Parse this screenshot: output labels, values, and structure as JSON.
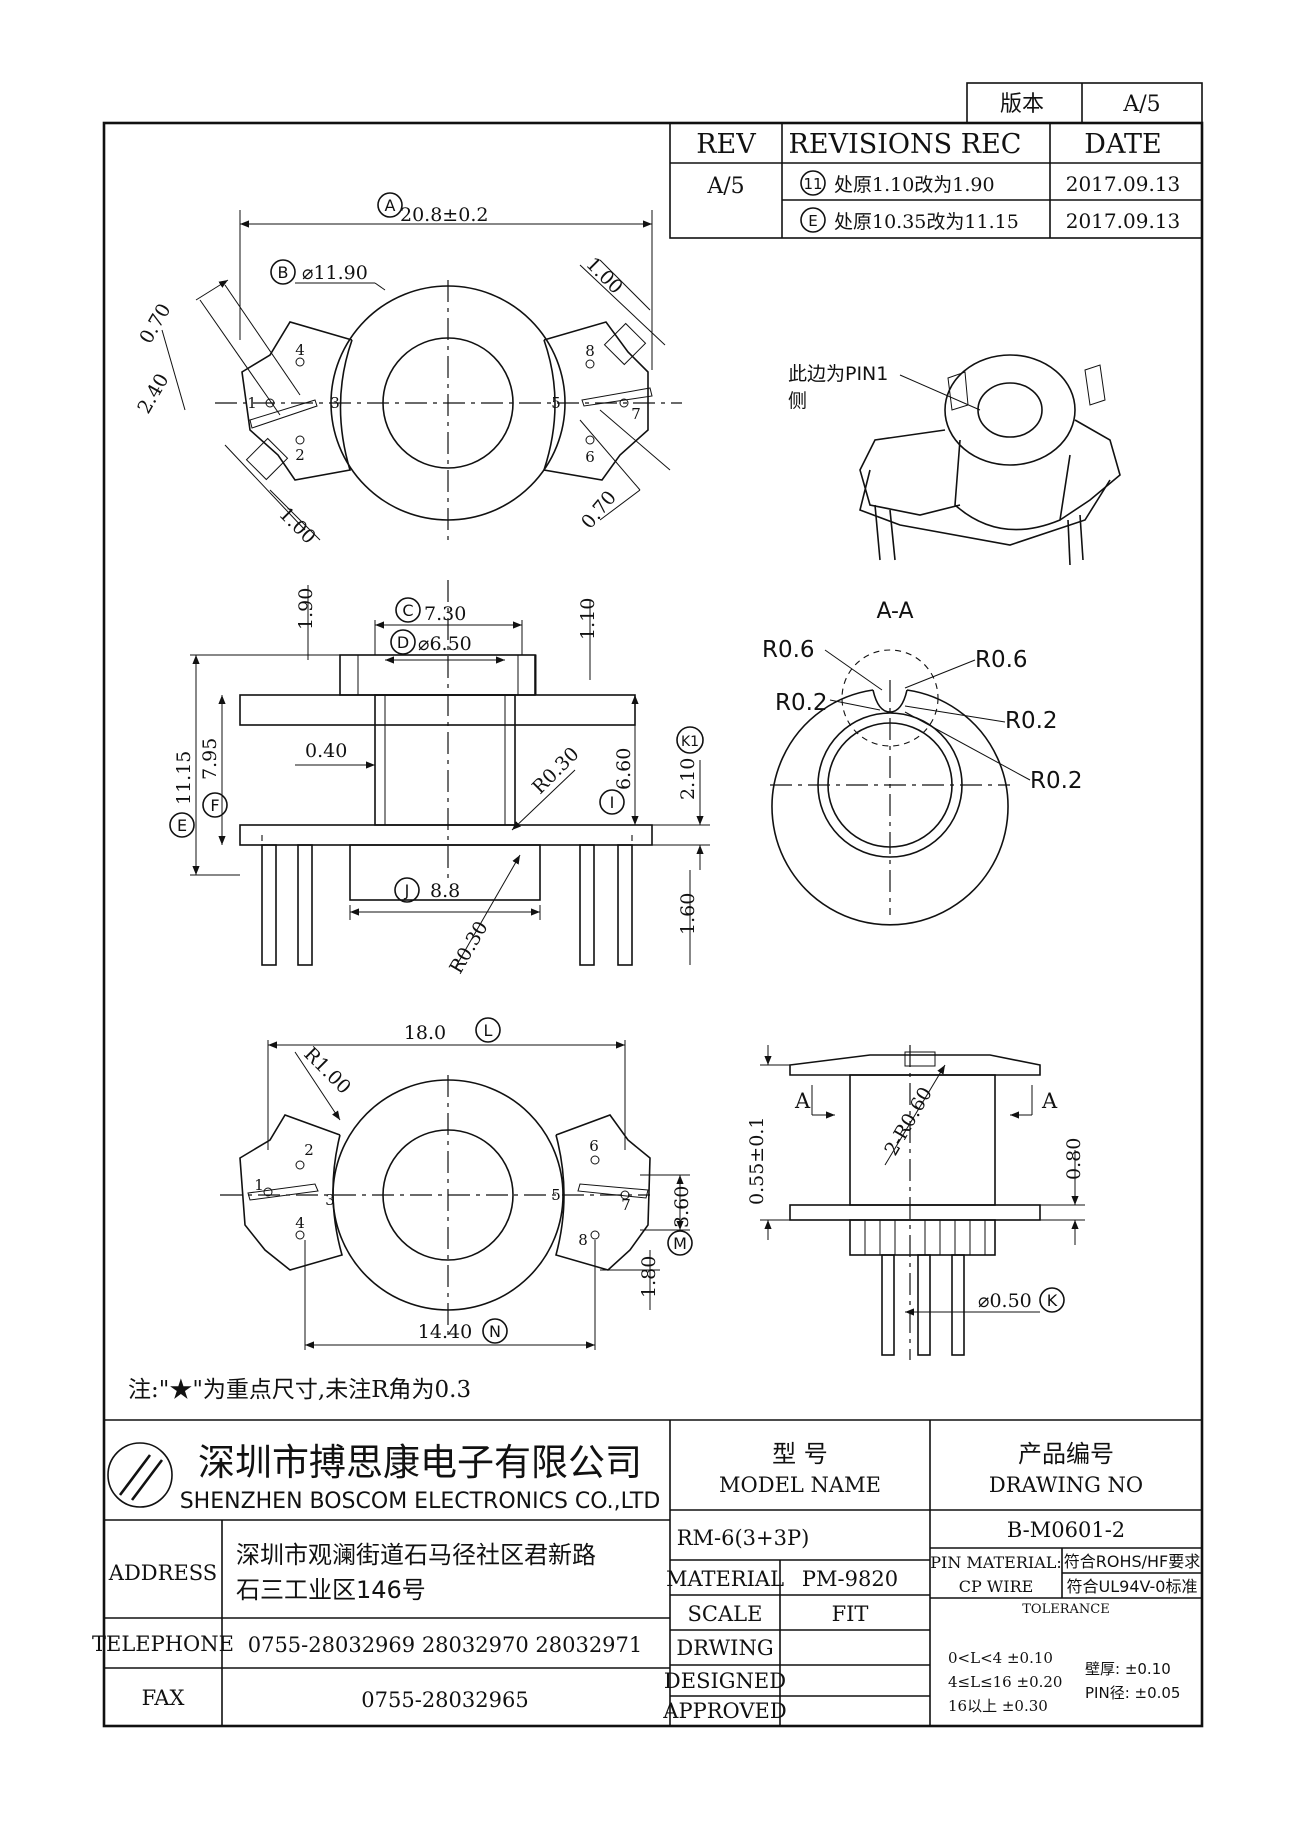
{
  "version_box": {
    "label": "版本",
    "value": "A/5"
  },
  "revisions": {
    "headers": [
      "REV",
      "REVISIONS REC",
      "DATE"
    ],
    "rev": "A/5",
    "rows": [
      {
        "mark": "11",
        "text": "处原1.10改为1.90",
        "date": "2017.09.13"
      },
      {
        "mark": "E",
        "text": "处原10.35改为11.15",
        "date": "2017.09.13"
      }
    ]
  },
  "top_view": {
    "dim_a": "20.8±0.2",
    "dim_b": "⌀11.90",
    "d070_left": "0.70",
    "d240": "2.40",
    "d100_left": "1.00",
    "d100_right": "1.00",
    "d070_right": "0.70",
    "pins": [
      "1",
      "2",
      "3",
      "4",
      "5",
      "6",
      "7",
      "8"
    ]
  },
  "iso_view": {
    "note_line1": "此边为PIN1",
    "note_line2": "侧"
  },
  "side_view": {
    "d190": "1.90",
    "d110": "1.10",
    "c": "7.30",
    "d": "⌀6.50",
    "d040": "0.40",
    "r030a": "R0.30",
    "i": "6.60",
    "k1_value": "2.10",
    "e": "11.15",
    "f": "7.95",
    "j": "8.8",
    "r030b": "R0.30",
    "d160": "1.60"
  },
  "section_view": {
    "title": "A-A",
    "r06_left": "R0.6",
    "r06_right": "R0.6",
    "r02_left": "R0.2",
    "r02_right1": "R0.2",
    "r02_right2": "R0.2"
  },
  "bottom_view": {
    "l": "18.0",
    "r100": "R1.00",
    "d360": "3.60",
    "d180": "1.80",
    "n": "14.40",
    "pins": [
      "1",
      "2",
      "3",
      "4",
      "5",
      "6",
      "7",
      "8"
    ]
  },
  "front_view": {
    "d055": "0.55±0.1",
    "a_left": "A",
    "a_right": "A",
    "r060": "2-R0.60",
    "d080": "0.80",
    "pin_dia": "⌀0.50"
  },
  "markers": {
    "a": "A",
    "b": "B",
    "c": "C",
    "d": "D",
    "e": "E",
    "f": "F",
    "i": "I",
    "j": "J",
    "k": "K",
    "k1": "K1",
    "l": "L",
    "m": "M",
    "n": "N",
    "e_rev": "E",
    "rev11": "11"
  },
  "note": "注:\"★\"为重点尺寸,未注R角为0.3",
  "company": {
    "name_cn": "深圳市搏思康电子有限公司",
    "name_en": "SHENZHEN BOSCOM ELECTRONICS CO.,LTD",
    "address_label": "ADDRESS",
    "address_line1": "深圳市观澜街道石马径社区君新路",
    "address_line2": "石三工业区146号",
    "telephone_label": "TELEPHONE",
    "telephone": "0755-28032969 28032970 28032971",
    "fax_label": "FAX",
    "fax": "0755-28032965"
  },
  "title_block": {
    "model_cn": "型      号",
    "model_en": "MODEL NAME",
    "model": "RM-6(3+3P)",
    "drawing_cn": "产品编号",
    "drawing_en": "DRAWING NO",
    "drawing_no": "B-M0601-2",
    "material_label": "MATERIAL",
    "material": "PM-9820",
    "scale_label": "SCALE",
    "scale": "FIT",
    "drwing_label": "DRWING",
    "designed_label": "DESIGNED",
    "approved_label": "APPROVED",
    "pin_material_label": "PIN MATERIAL:",
    "pin_material": "CP WIRE",
    "rohs": "符合ROHS/HF要求",
    "ul": "符合UL94V-0标准",
    "tolerance_label": "TOLERANCE",
    "tol1": "0<L<4     ±0.10",
    "tol2": "4≤L≤16  ±0.20",
    "tol3": "16以上     ±0.30",
    "wall": "壁厚:  ±0.10",
    "pin": "PIN径:  ±0.05"
  }
}
